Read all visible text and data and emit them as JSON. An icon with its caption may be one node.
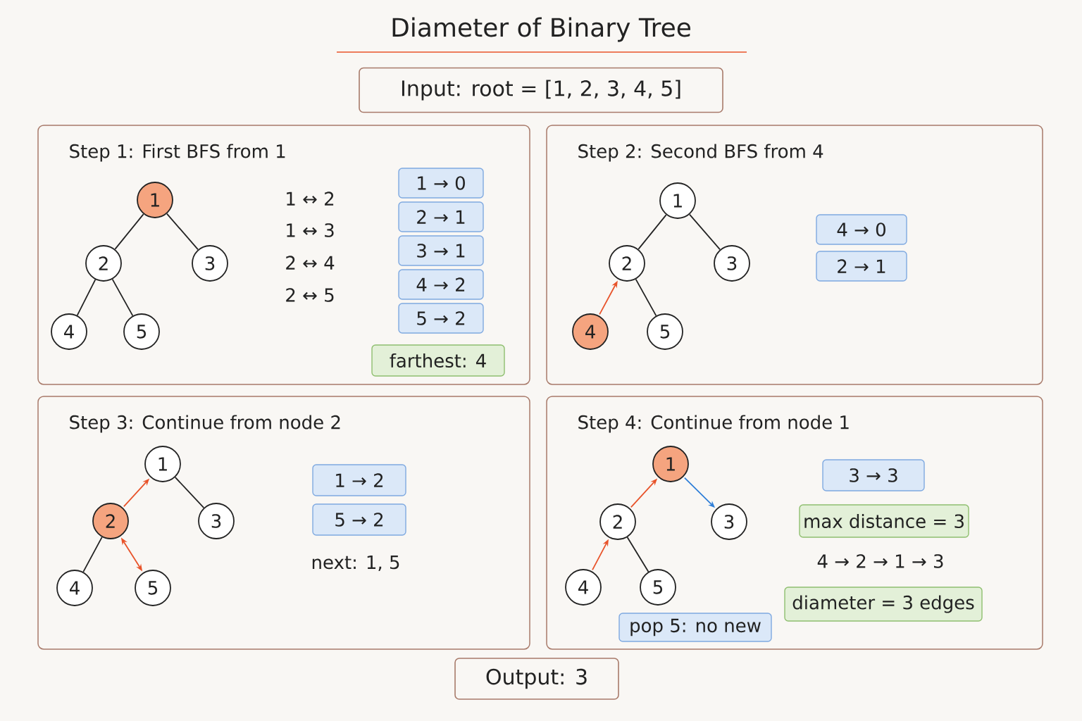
{
  "diagram": {
    "title": "Diameter of Binary Tree",
    "nodes": [
      {
        "text": [
          "Input: root = [1, 2, 3, 4, 5]"
        ]
      },
      {
        "text": [
          "Step 1: First BFS from 1"
        ]
      },
      {
        "text": [
          "1"
        ],
        "in": 1
      },
      {
        "text": [
          "2"
        ],
        "in": 1
      },
      {
        "text": [
          "3"
        ],
        "in": 1
      },
      {
        "text": [
          "4"
        ],
        "in": 1
      },
      {
        "text": [
          "5"
        ],
        "in": 1
      },
      {
        "text": [
          "1 → 0"
        ],
        "in": 1
      },
      {
        "text": [
          "2 → 1"
        ],
        "in": 1
      },
      {
        "text": [
          "3 → 1"
        ],
        "in": 1
      },
      {
        "text": [
          "4 → 2"
        ],
        "in": 1
      },
      {
        "text": [
          "5 → 2"
        ],
        "in": 1
      },
      {
        "text": [
          "farthest: 4"
        ],
        "in": 1
      },
      {
        "text": [
          "Step 2: Second BFS from 4"
        ]
      },
      {
        "text": [
          "1"
        ],
        "in": 13
      },
      {
        "text": [
          "2"
        ],
        "in": 13
      },
      {
        "text": [
          "3"
        ],
        "in": 13
      },
      {
        "text": [
          "4"
        ],
        "in": 13
      },
      {
        "text": [
          "5"
        ],
        "in": 13
      },
      {
        "text": [
          "4 → 0"
        ],
        "in": 13
      },
      {
        "text": [
          "2 → 1"
        ],
        "in": 13
      },
      {
        "text": [
          "Step 3: Continue from node 2"
        ]
      },
      {
        "text": [
          "1"
        ],
        "in": 21
      },
      {
        "text": [
          "2"
        ],
        "in": 21
      },
      {
        "text": [
          "3"
        ],
        "in": 21
      },
      {
        "text": [
          "4"
        ],
        "in": 21
      },
      {
        "text": [
          "5"
        ],
        "in": 21
      },
      {
        "text": [
          "1 → 2"
        ],
        "in": 21
      },
      {
        "text": [
          "5 → 2"
        ],
        "in": 21
      },
      {
        "text": [
          "Step 4: Continue from node 1"
        ]
      },
      {
        "text": [
          "1"
        ],
        "in": 29
      },
      {
        "text": [
          "2"
        ],
        "in": 29
      },
      {
        "text": [
          "3"
        ],
        "in": 29
      },
      {
        "text": [
          "4"
        ],
        "in": 29
      },
      {
        "text": [
          "5"
        ],
        "in": 29
      },
      {
        "text": [
          "3 → 3"
        ],
        "in": 29
      },
      {
        "text": [
          "max distance = 3"
        ],
        "in": 29
      },
      {
        "text": [
          "diameter = 3 edges"
        ],
        "in": 29
      },
      {
        "text": [
          "pop 5: no new"
        ],
        "in": 29
      },
      {
        "text": [
          "Output: 3"
        ]
      }
    ],
    "edges": [
      {
        "from": 2,
        "to": 3,
        "arrow": "none"
      },
      {
        "from": 2,
        "to": 4,
        "arrow": "none"
      },
      {
        "from": 3,
        "to": 5,
        "arrow": "none"
      },
      {
        "from": 3,
        "to": 6,
        "arrow": "none"
      },
      {
        "from": 14,
        "to": 15,
        "arrow": "none"
      },
      {
        "from": 14,
        "to": 16,
        "arrow": "none"
      },
      {
        "from": 17,
        "to": 15,
        "arrow": "to",
        "color": "#e8532a"
      },
      {
        "from": 15,
        "to": 18,
        "arrow": "none"
      },
      {
        "from": 23,
        "to": 22,
        "arrow": "to",
        "color": "#e8532a"
      },
      {
        "from": 22,
        "to": 24,
        "arrow": "none"
      },
      {
        "from": 23,
        "to": 25,
        "arrow": "none"
      },
      {
        "from": 23,
        "to": 26,
        "arrow": "both",
        "color": "#e8532a"
      },
      {
        "from": 31,
        "to": 30,
        "arrow": "to",
        "color": "#e8532a"
      },
      {
        "from": 30,
        "to": 32,
        "arrow": "to",
        "color": "#2f7fd8"
      },
      {
        "from": 33,
        "to": 31,
        "arrow": "to",
        "color": "#e8532a"
      },
      {
        "from": 31,
        "to": 34,
        "arrow": "none"
      }
    ],
    "labels": [
      "1 ↔ 2",
      "1 ↔ 3",
      "2 ↔ 4",
      "2 ↔ 5",
      "next: 1, 5",
      "4 → 2 → 1 → 3"
    ]
  }
}
